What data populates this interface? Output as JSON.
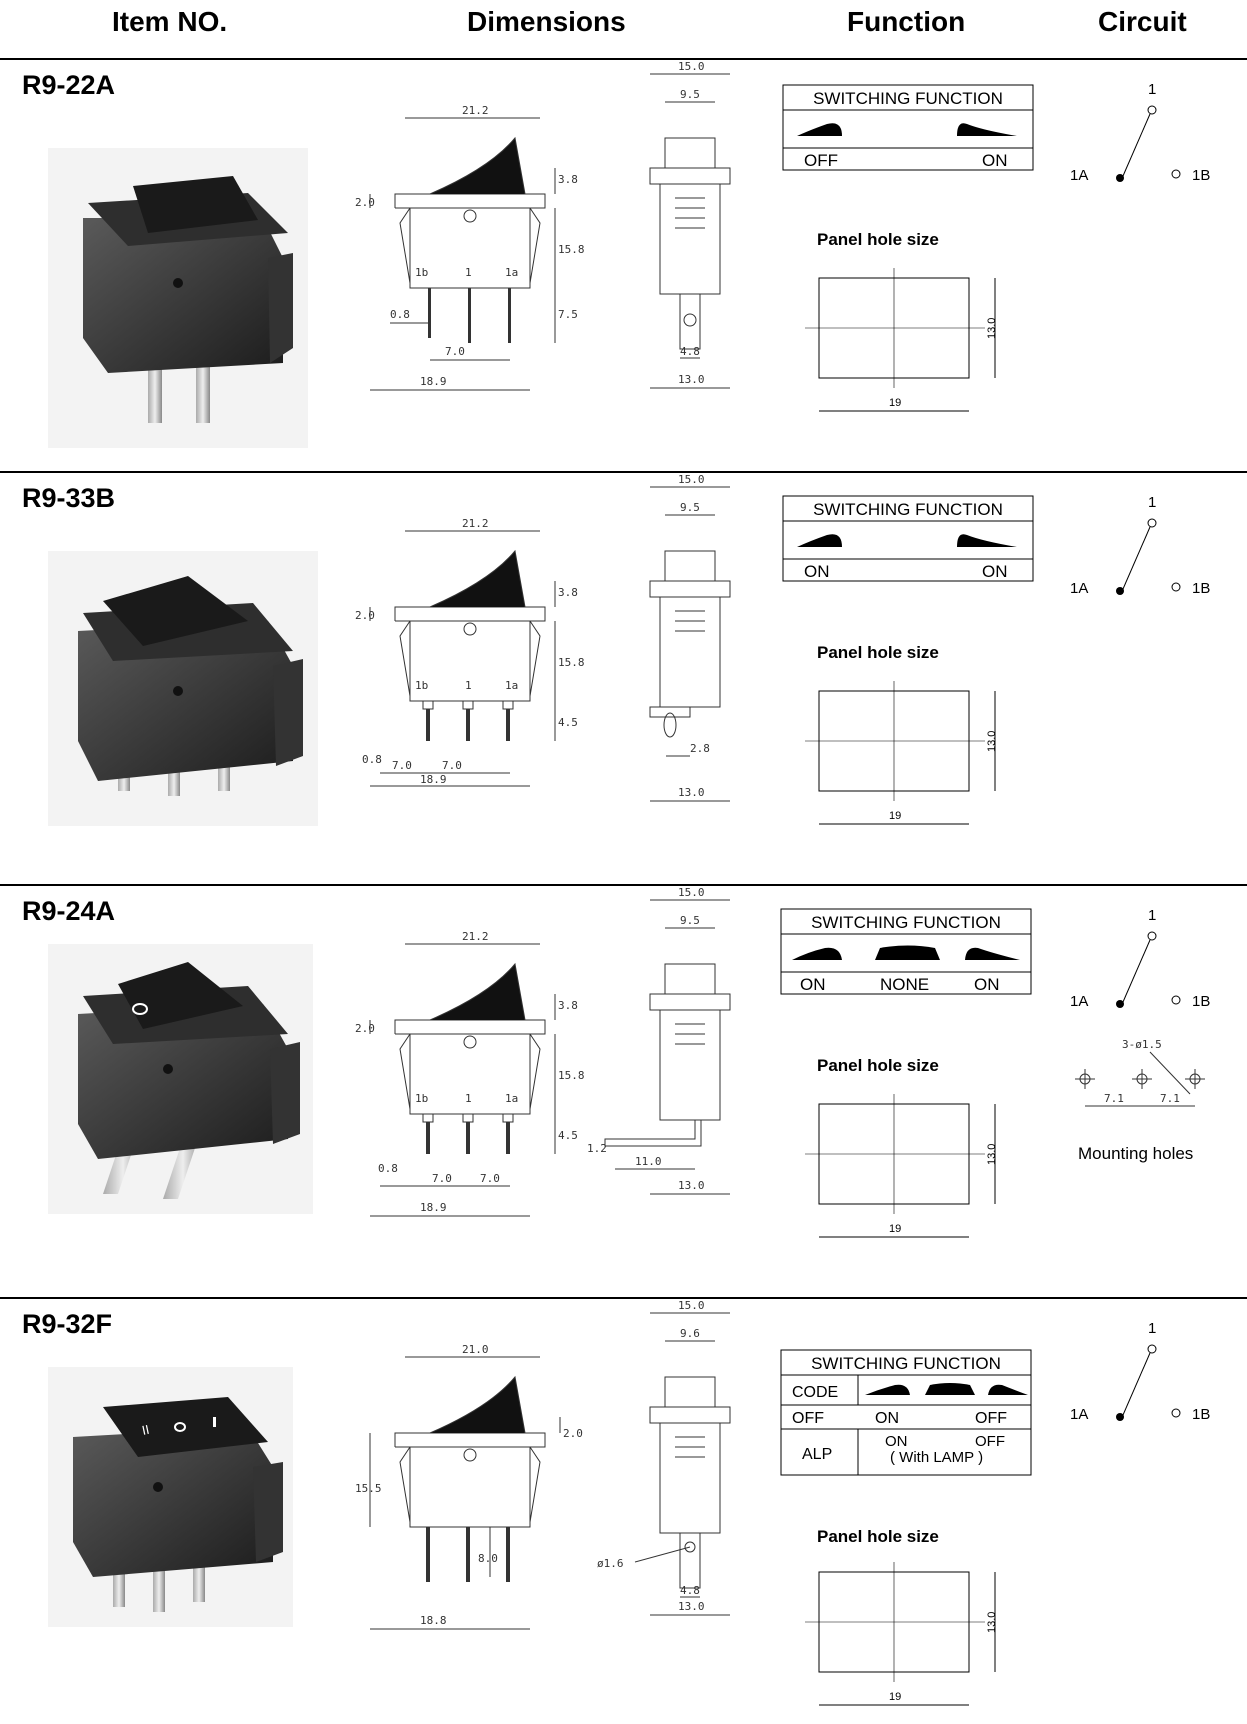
{
  "headers": {
    "item_no": "Item NO.",
    "dimensions": "Dimensions",
    "function": "Function",
    "circuit": "Circuit"
  },
  "common": {
    "switching_function": "SWITCHING FUNCTION",
    "panel_hole_size": "Panel hole size",
    "panel_w": "19",
    "panel_h": "13.0",
    "circuit": {
      "pin1": "1",
      "pin1a": "1A",
      "pin1b": "1B"
    },
    "pins": {
      "p1b": "1b",
      "p1": "1",
      "p1a": "1a"
    }
  },
  "rows": [
    {
      "item": "R9-22A",
      "front": {
        "top": "21.2",
        "left": "2.0",
        "r1": "3.8",
        "r2": "15.8",
        "r3": "7.5",
        "pin_w": "0.8",
        "pitch1": "7.0",
        "bottom": "18.9"
      },
      "side": {
        "top": "15.0",
        "inner": "9.5",
        "tab": "4.8",
        "bottom": "13.0"
      },
      "func": [
        "OFF",
        "ON"
      ]
    },
    {
      "item": "R9-33B",
      "front": {
        "top": "21.2",
        "left": "2.0",
        "r1": "3.8",
        "r2": "15.8",
        "r3": "4.5",
        "pin_w": "0.8",
        "pitch1": "7.0",
        "pitch2": "7.0",
        "bottom": "18.9"
      },
      "side": {
        "top": "15.0",
        "inner": "9.5",
        "tab": "2.8",
        "bottom": "13.0"
      },
      "func": [
        "ON",
        "ON"
      ]
    },
    {
      "item": "R9-24A",
      "front": {
        "top": "21.2",
        "left": "2.0",
        "r1": "3.8",
        "r2": "15.8",
        "r3": "4.5",
        "pin_w": "0.8",
        "pitch1": "7.0",
        "pitch2": "7.0",
        "bottom": "18.9"
      },
      "side": {
        "top": "15.0",
        "inner": "9.5",
        "bend": "1.2",
        "tab": "11.0",
        "bottom": "13.0"
      },
      "func": [
        "ON",
        "NONE",
        "ON"
      ],
      "mounting": {
        "label": "Mounting holes",
        "holes": "3-ø1.5",
        "p1": "7.1",
        "p2": "7.1"
      }
    },
    {
      "item": "R9-32F",
      "front": {
        "top": "21.0",
        "right": "2.0",
        "left": "15.5",
        "pin_len": "8.0",
        "bottom": "18.8"
      },
      "side": {
        "top": "15.0",
        "inner": "9.6",
        "hole": "ø1.6",
        "tab": "4.8",
        "bottom": "13.0"
      },
      "func_table": {
        "code": "CODE",
        "off": "OFF",
        "on": "ON",
        "off2": "OFF",
        "alp": "ALP",
        "alp_on": "ON",
        "alp_off": "OFF",
        "with_lamp": "( With LAMP )"
      }
    }
  ]
}
